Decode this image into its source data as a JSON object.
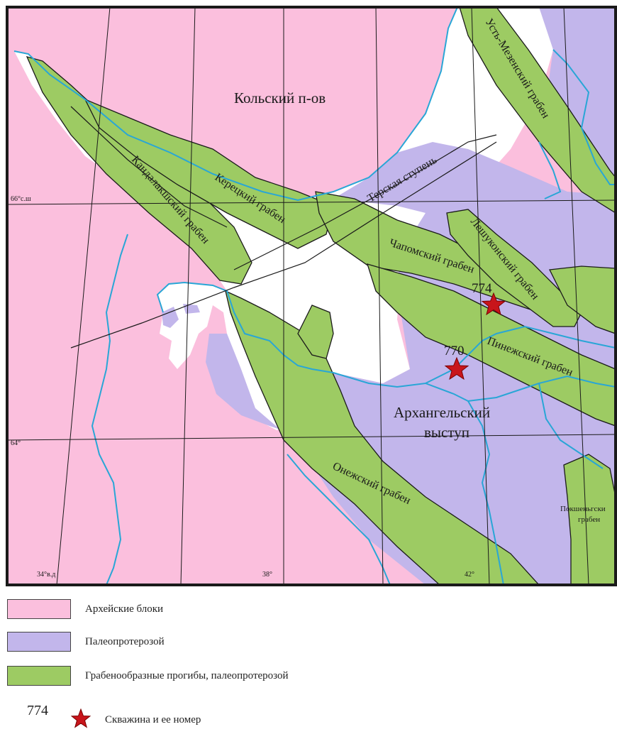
{
  "map": {
    "region_label": "Кольский п-ов",
    "terrace_label": "Терская ступень",
    "arch_label_line1": "Архангельский",
    "arch_label_line2": "выступ",
    "grabens": {
      "ust_mezen": "Усть-Мезенский грабен",
      "kandalaksha": "Кандалакшский грабен",
      "keretsky": "Керецкий грабен",
      "chapomsky": "Чапомский грабен",
      "leshukonsky": "Лешуконский грабен",
      "pinezhsky": "Пинежский грабен",
      "onezhsky": "Онежский грабен",
      "pokshengsky_line1": "Покшеньгски",
      "pokshengsky_line2": "грабен"
    },
    "coords": {
      "lat66": "66°с.ш",
      "lat64": "64°",
      "lon34": "34°в.д",
      "lon38": "38°",
      "lon42": "42°"
    },
    "wells": [
      {
        "number": "774"
      },
      {
        "number": "770"
      }
    ],
    "colors": {
      "archean": "#FBBFDD",
      "paleoproterozoic": "#C2B6EB",
      "graben": "#9DCB63",
      "rivers": "#29A6D6",
      "star": "#C8151B"
    }
  },
  "legend": {
    "archean": "Архейские блоки",
    "paleoproterozoic": "Палеопротерозой",
    "graben": "Грабенообразные прогибы, палеопротерозой",
    "well_number": "774",
    "well": "Скважина и ее номер"
  }
}
